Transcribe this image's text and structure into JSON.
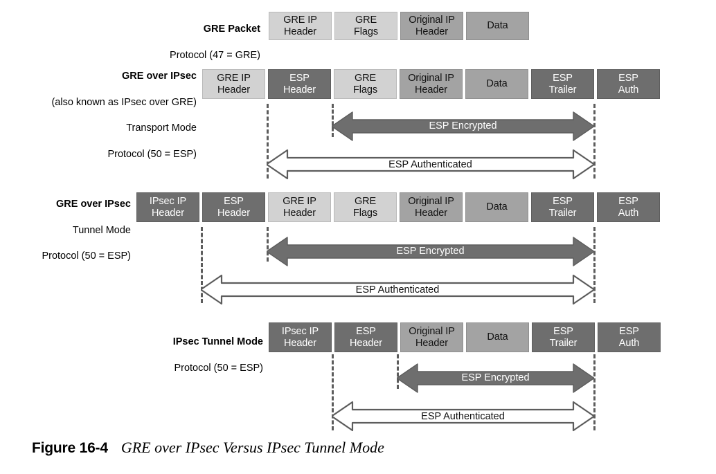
{
  "figure": {
    "number": "Figure 16-4",
    "title": "GRE over IPsec Versus IPsec Tunnel Mode"
  },
  "colors": {
    "tone_light": "#d2d2d2",
    "tone_mid": "#a3a3a3",
    "tone_dark": "#6e6e6e",
    "arrow_fill": "#6e6e6e",
    "arrow_outline": "#5d5d5d",
    "guide": "#5d5d5d",
    "background": "#ffffff"
  },
  "rows": [
    {
      "id": "gre-packet",
      "label_lines": [
        "GRE Packet",
        "Protocol (47 = GRE)"
      ],
      "label_bold_first": true,
      "boxes": [
        {
          "text": "GRE IP\nHeader",
          "tone": "light"
        },
        {
          "text": "GRE\nFlags",
          "tone": "light"
        },
        {
          "text": "Original IP\nHeader",
          "tone": "mid"
        },
        {
          "text": "Data",
          "tone": "mid"
        }
      ],
      "arrows": []
    },
    {
      "id": "gre-over-ipsec-transport",
      "label_lines": [
        "GRE over IPsec",
        "(also known as IPsec over GRE)",
        "Transport Mode",
        "Protocol (50 = ESP)"
      ],
      "label_bold_first": true,
      "boxes": [
        {
          "text": "GRE IP\nHeader",
          "tone": "light"
        },
        {
          "text": "ESP\nHeader",
          "tone": "dark"
        },
        {
          "text": "GRE\nFlags",
          "tone": "light"
        },
        {
          "text": "Original IP\nHeader",
          "tone": "mid"
        },
        {
          "text": "Data",
          "tone": "mid"
        },
        {
          "text": "ESP\nTrailer",
          "tone": "dark"
        },
        {
          "text": "ESP\nAuth",
          "tone": "dark"
        }
      ],
      "arrows": [
        {
          "label": "ESP Encrypted",
          "style": "filled"
        },
        {
          "label": "ESP Authenticated",
          "style": "outline"
        }
      ]
    },
    {
      "id": "gre-over-ipsec-tunnel",
      "label_lines": [
        "GRE over IPsec",
        "Tunnel Mode",
        "Protocol (50 = ESP)"
      ],
      "label_bold_first": true,
      "boxes": [
        {
          "text": "IPsec IP\nHeader",
          "tone": "dark"
        },
        {
          "text": "ESP\nHeader",
          "tone": "dark"
        },
        {
          "text": "GRE IP\nHeader",
          "tone": "light"
        },
        {
          "text": "GRE\nFlags",
          "tone": "light"
        },
        {
          "text": "Original IP\nHeader",
          "tone": "mid"
        },
        {
          "text": "Data",
          "tone": "mid"
        },
        {
          "text": "ESP\nTrailer",
          "tone": "dark"
        },
        {
          "text": "ESP\nAuth",
          "tone": "dark"
        }
      ],
      "arrows": [
        {
          "label": "ESP Encrypted",
          "style": "filled"
        },
        {
          "label": "ESP Authenticated",
          "style": "outline"
        }
      ]
    },
    {
      "id": "ipsec-tunnel-mode",
      "label_lines": [
        "IPsec Tunnel Mode",
        "Protocol (50 = ESP)"
      ],
      "label_bold_first": true,
      "boxes": [
        {
          "text": "IPsec IP\nHeader",
          "tone": "dark"
        },
        {
          "text": "ESP\nHeader",
          "tone": "dark"
        },
        {
          "text": "Original IP\nHeader",
          "tone": "mid"
        },
        {
          "text": "Data",
          "tone": "mid"
        },
        {
          "text": "ESP\nTrailer",
          "tone": "dark"
        },
        {
          "text": "ESP\nAuth",
          "tone": "dark"
        }
      ],
      "arrows": [
        {
          "label": "ESP Encrypted",
          "style": "filled"
        },
        {
          "label": "ESP Authenticated",
          "style": "outline"
        }
      ]
    }
  ]
}
